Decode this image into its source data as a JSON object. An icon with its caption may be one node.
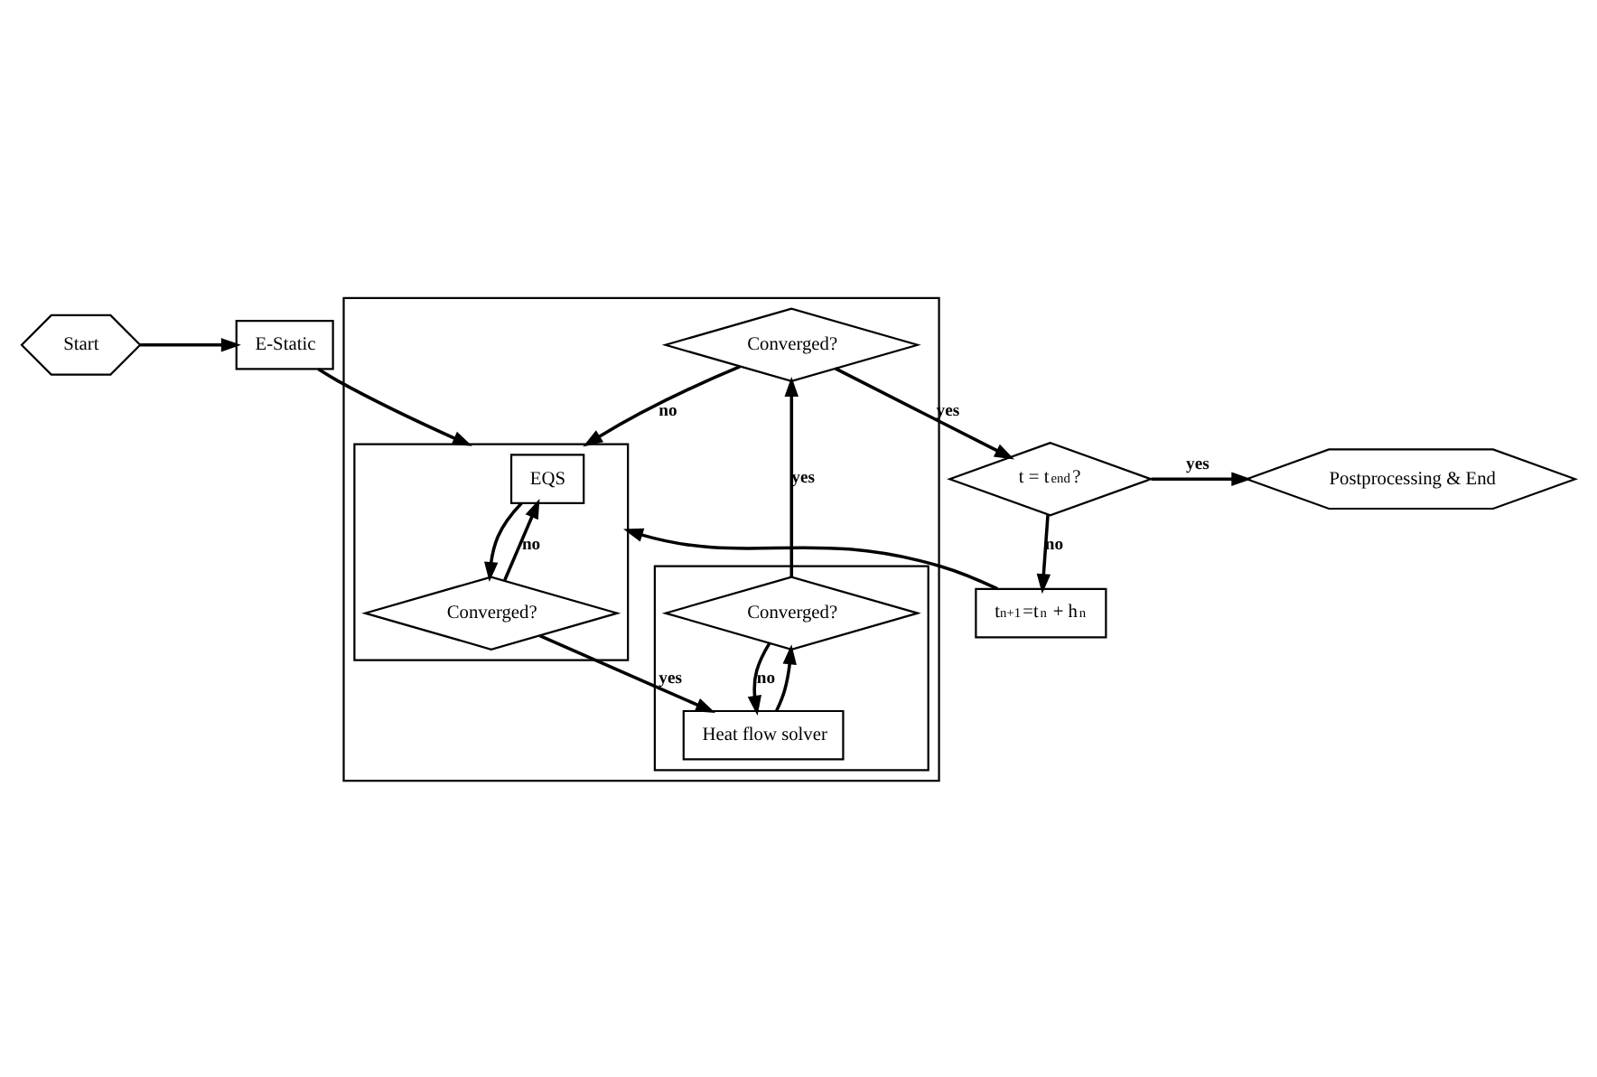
{
  "diagram": {
    "nodes": [
      {
        "text": [
          "Start"
        ]
      },
      {
        "text": [
          "E-Static"
        ]
      },
      {
        "text": [
          "Postprocessing & End"
        ]
      },
      {
        "text": [
          "t$_{n+1}$=t$_{n}$ + h$_{n}$"
        ]
      },
      {
        "text": [
          "t = t$_{end}$?"
        ]
      },
      {
        "text": [],
        "shape": "box"
      },
      {
        "text": [
          "Converged?"
        ],
        "in": 5
      },
      {
        "text": [],
        "shape": "box",
        "in": 5
      },
      {
        "text": [
          "EQS"
        ],
        "in": 7
      },
      {
        "text": [
          "Converged?"
        ],
        "in": 7
      },
      {
        "text": [],
        "shape": "box",
        "in": 5
      },
      {
        "text": [
          "Converged?"
        ],
        "in": 10
      },
      {
        "text": [
          "Heat flow solver"
        ],
        "in": 10
      }
    ],
    "edges": [
      {
        "from": 0,
        "to": 1,
        "arrow": "to"
      },
      {
        "from": 1,
        "to": 7,
        "arrow": "to"
      },
      {
        "from": 3,
        "to": 7,
        "arrow": "to"
      },
      {
        "from": 6,
        "to": 7,
        "label": "no",
        "arrow": "to"
      },
      {
        "from": 4,
        "to": 3,
        "label": "no",
        "arrow": "to"
      },
      {
        "from": 4,
        "to": 2,
        "label": "yes",
        "arrow": "to"
      },
      {
        "from": 6,
        "to": 4,
        "label": "yes",
        "arrow": "to"
      },
      {
        "from": 8,
        "to": 9,
        "arrow": "to"
      },
      {
        "from": 9,
        "to": 8,
        "label": "no",
        "arrow": "to"
      },
      {
        "from": 9,
        "to": 12,
        "label": "yes",
        "arrow": "to"
      },
      {
        "from": 12,
        "to": 11,
        "arrow": "to"
      },
      {
        "from": 11,
        "to": 12,
        "label": "no",
        "arrow": "to"
      },
      {
        "from": 11,
        "to": 6,
        "label": "yes",
        "arrow": "to"
      }
    ]
  }
}
